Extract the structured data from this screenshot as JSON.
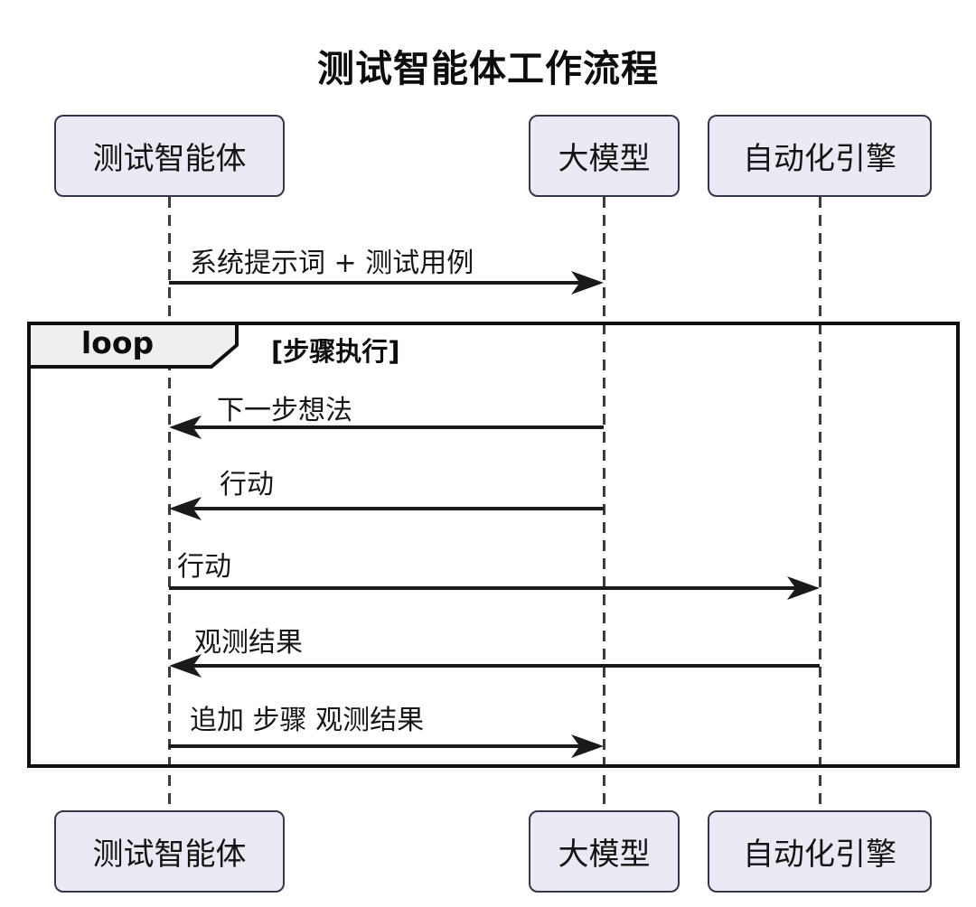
{
  "title": "测试智能体工作流程",
  "participants": [
    {
      "id": "test-agent",
      "label": "测试智能体"
    },
    {
      "id": "llm",
      "label": "大模型"
    },
    {
      "id": "automation-engine",
      "label": "自动化引擎"
    }
  ],
  "loop": {
    "operator": "loop",
    "condition": "[步骤执行]"
  },
  "messages": [
    {
      "label": "系统提示词 + 测试用例",
      "from": "测试智能体",
      "to": "大模型",
      "direction": "right"
    },
    {
      "label": "下一步想法",
      "from": "大模型",
      "to": "测试智能体",
      "direction": "left"
    },
    {
      "label": "行动",
      "from": "大模型",
      "to": "测试智能体",
      "direction": "left"
    },
    {
      "label": "行动",
      "from": "测试智能体",
      "to": "自动化引擎",
      "direction": "right"
    },
    {
      "label": "观测结果",
      "from": "自动化引擎",
      "to": "测试智能体",
      "direction": "left"
    },
    {
      "label": "追加 步骤 观测结果",
      "from": "测试智能体",
      "to": "大模型",
      "direction": "right"
    }
  ],
  "colors": {
    "background": "#FFFFFF",
    "participant_fill": "#EAEAF4",
    "participant_border": "#36364A",
    "lifeline": "#3C3C3C",
    "arrow": "#1A1A1A",
    "loop_frame_border": "#0F0F0F",
    "loop_label_fill": "#EFEFEF",
    "text": "#111111"
  }
}
